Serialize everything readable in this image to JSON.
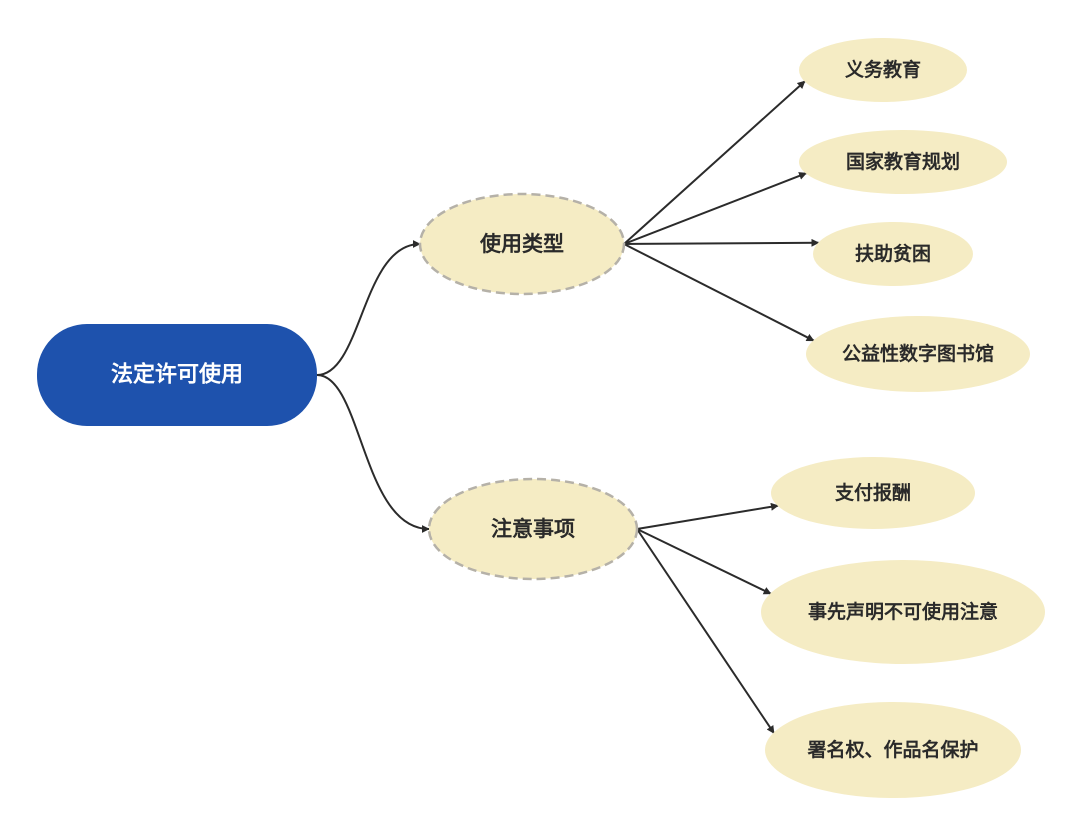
{
  "root": {
    "label": "法定许可使用",
    "color": "#1e52ad"
  },
  "branches": [
    {
      "label": "使用类型",
      "children": [
        "义务教育",
        "国家教育规划",
        "扶助贫困",
        "公益性数字图书馆"
      ]
    },
    {
      "label": "注意事项",
      "children": [
        "支付报酬",
        "事先声明不可使用注意",
        "署名权、作品名保护"
      ]
    }
  ],
  "colors": {
    "node_fill": "#f5ecc4",
    "node_border": "#b5b1a8",
    "edge": "#2b2b2b",
    "text": "#2a2a2a",
    "root_text": "#ffffff"
  }
}
